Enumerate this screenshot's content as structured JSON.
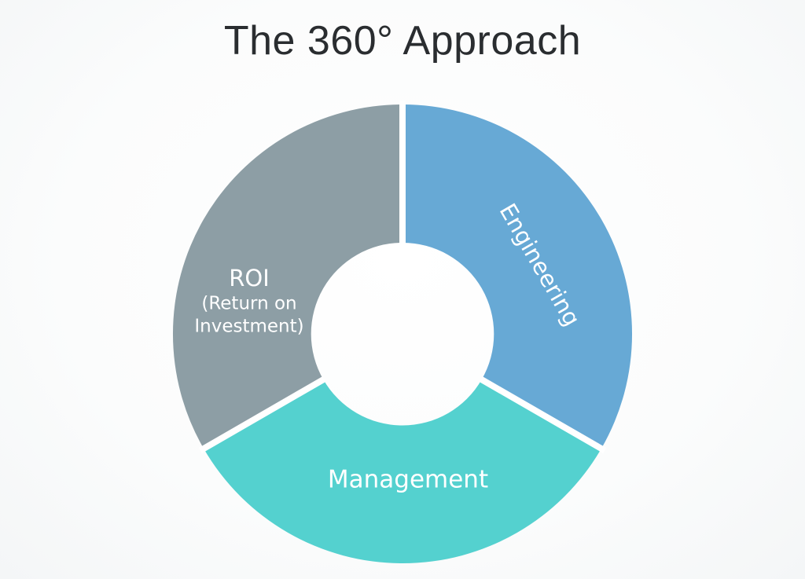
{
  "title": "The 360° Approach",
  "segments": [
    {
      "id": "engineering",
      "label": "Engineering",
      "color": "#67a9d5"
    },
    {
      "id": "management",
      "label": "Management",
      "color": "#54d1cf"
    },
    {
      "id": "roi",
      "label": "ROI",
      "sublabel_line1": "(Return on",
      "sublabel_line2": "Investment)",
      "color": "#8d9ea5"
    }
  ]
}
